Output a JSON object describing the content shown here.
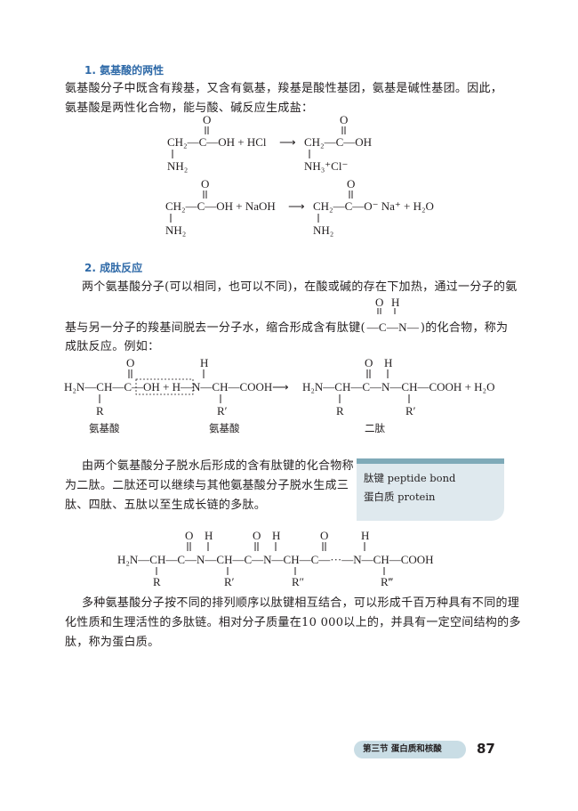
{
  "section1": {
    "title": "1. 氨基酸的两性",
    "para1_line1": "氨基酸分子中既含有羧基，又含有氨基，羧基是酸性基团，氨基是碱性基团。因此，",
    "para1_line2": "氨基酸是两性化合物，能与酸、碱反应生成盐：",
    "eq1": {
      "left": "CH₂—C—OH + HCl",
      "right": "CH₂—C—OH",
      "left_sub": "NH₂",
      "right_sub": "NH₃⁺Cl⁻",
      "o": "O"
    },
    "eq2": {
      "left": "CH₂—C—OH + NaOH",
      "right": "CH₂—C—O⁻  Na⁺ + H₂O",
      "left_sub": "NH₂",
      "right_sub": "NH₂",
      "o": "O"
    }
  },
  "section2": {
    "title": "2. 成肽反应",
    "para2_line1": "两个氨基酸分子(可以相同，也可以不同)，在酸或碱的存在下加热，通过一分子的氨",
    "para2_line2a": "基与另一分子的羧基间脱去一分子水，缩合形成含有肽键(",
    "para2_line2b": ")的化合物，称为",
    "para2_line3": "成肽反应。例如：",
    "peptide_bond": "—C—N—",
    "reaction": {
      "left": "H₂N—CH—C—OH + H—N—CH—COOH",
      "right": "H₂N—CH—C—N—CH—COOH + H₂O",
      "r": "R",
      "r1": "R′",
      "labels": [
        "氨基酸",
        "氨基酸",
        "二肽"
      ]
    },
    "para3_line1": "由两个氨基酸分子脱水后形成的含有肽键的化合物称",
    "para3_line2": "为二肽。二肽还可以继续与其他氨基酸分子脱水生成三",
    "para3_line3": "肽、四肽、五肽以至生成长链的多肽。",
    "polypeptide": {
      "chain": "H₂N—CH—C—N—CH—C—N—CH—C—···—N—CH—COOH",
      "groups": [
        "R",
        "R′",
        "R″",
        "R‴"
      ]
    },
    "para4_line1": "多种氨基酸分子按不同的排列顺序以肽键相互结合，可以形成千百万种具有不同的理",
    "para4_line2": "化性质和生理活性的多肽链。相对分子质量在10 000以上的，并具有一定空间结构的多",
    "para4_line3": "肽，称为蛋白质。"
  },
  "sidebox": {
    "term1": "肽键 peptide bond",
    "term2": "蛋白质 protein"
  },
  "footer": {
    "section_label": "第三节   蛋白质和核酸",
    "page_number": "87"
  },
  "colors": {
    "heading": "#2f6aa8",
    "sidebox_bg": "#dfe9ee",
    "sidebox_bar": "#7faab8",
    "footer_pill": "#c9dde5"
  }
}
